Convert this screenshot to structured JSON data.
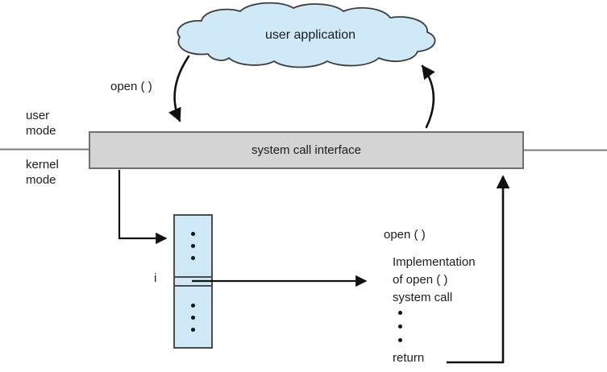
{
  "colors": {
    "cloud_fill": "#cfe9f8",
    "cloud_border": "#3c3c3c",
    "bar_fill": "#d4d4d4",
    "bar_border": "#6f6f6f",
    "table_fill": "#cfe9f8",
    "table_border": "#4c4c4c",
    "arrow": "#111111",
    "divider": "#7d7d7d",
    "text": "#1c1c1c"
  },
  "cloud": {
    "label": "user application"
  },
  "modes": {
    "user": "user\nmode",
    "kernel": "kernel\nmode"
  },
  "interface": {
    "label": "system call interface"
  },
  "user_call": {
    "label": "open ( )"
  },
  "table": {
    "index_label": "i"
  },
  "kernel_impl": {
    "call_label": "open ( )",
    "body": "Implementation\nof open ( )\nsystem call",
    "return_label": "return"
  }
}
